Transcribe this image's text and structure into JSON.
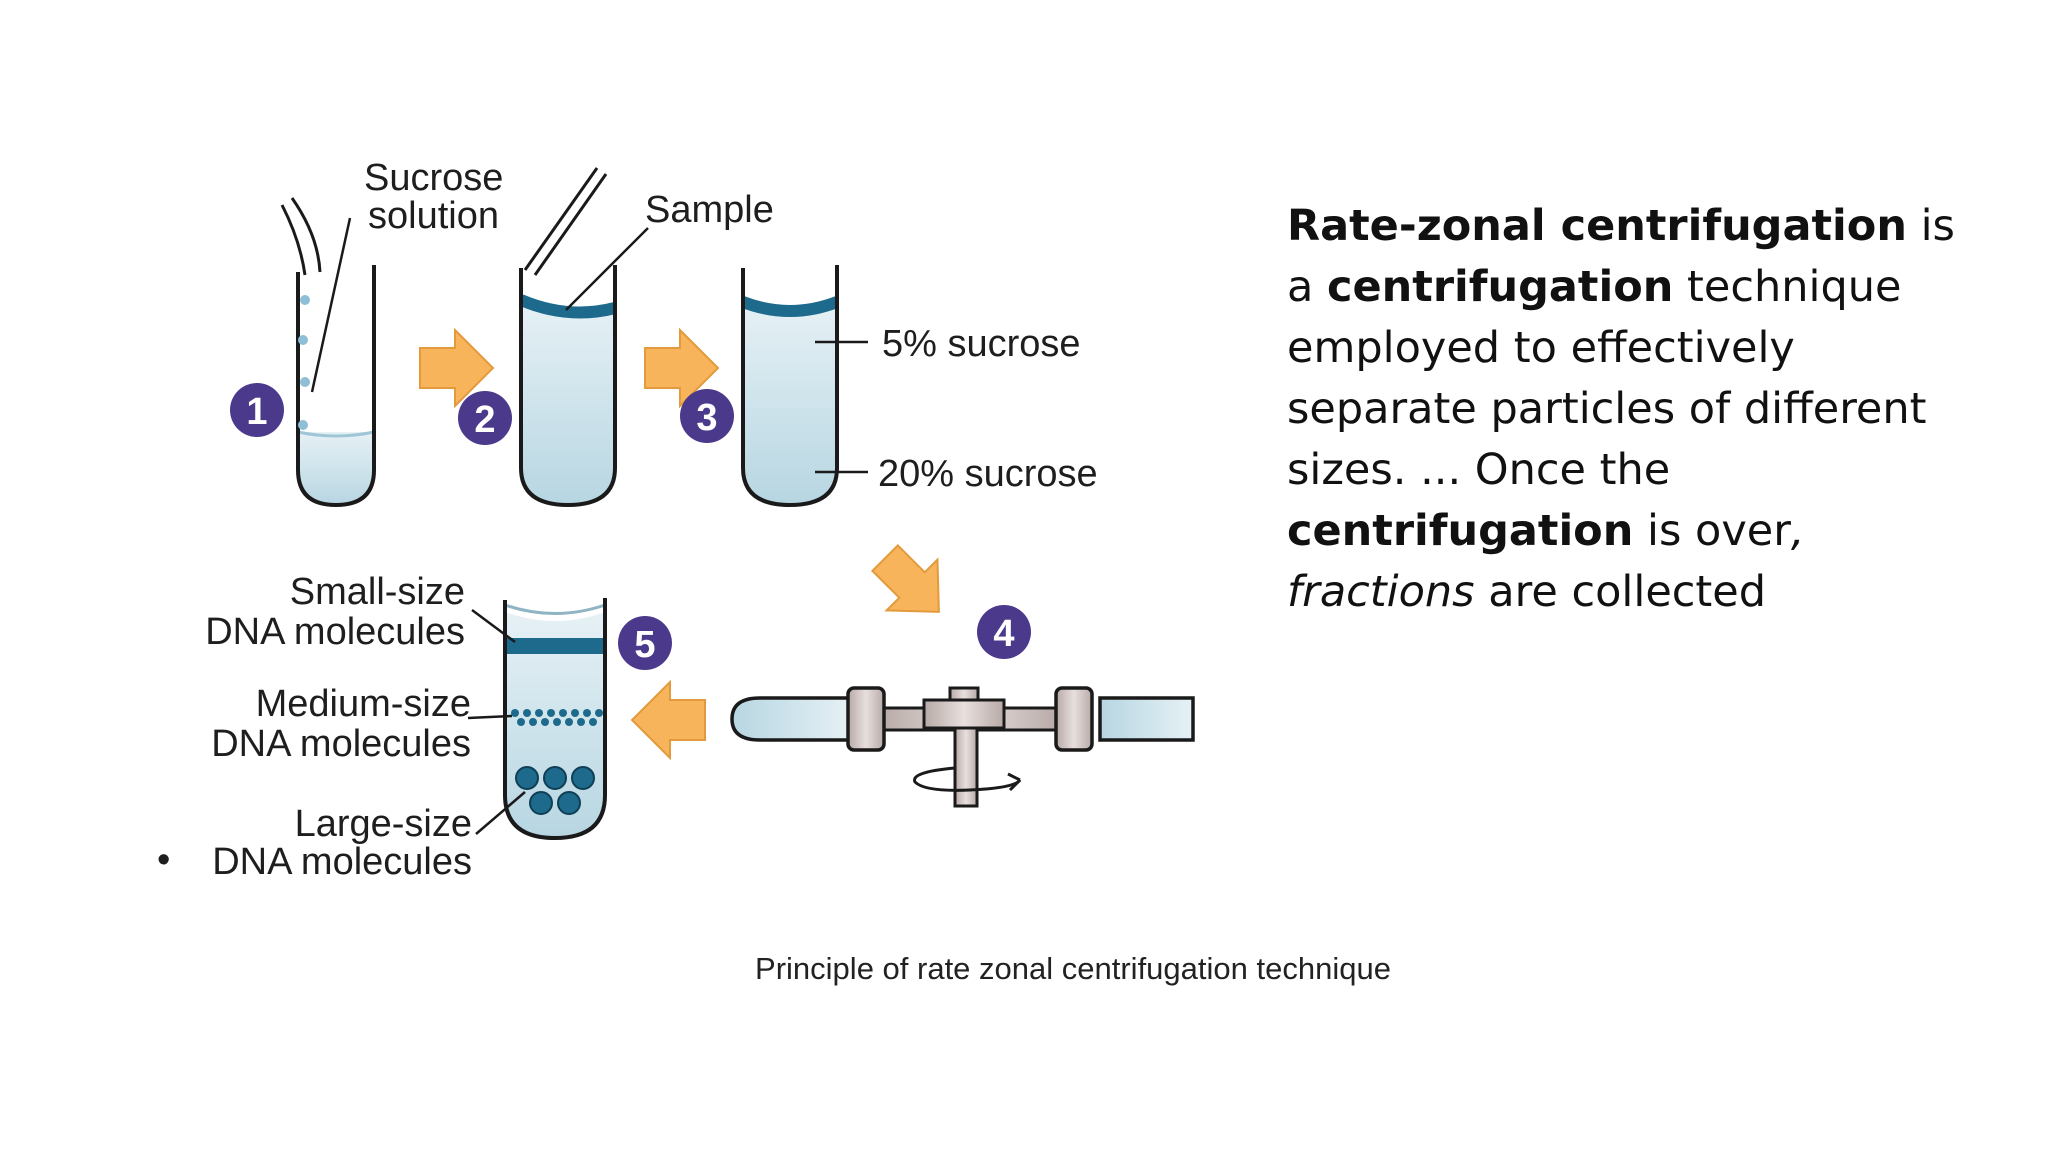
{
  "diagram": {
    "labels": {
      "sucrose_solution_line1": "Sucrose",
      "sucrose_solution_line2": "solution",
      "sample": "Sample",
      "five_percent": "5% sucrose",
      "twenty_percent": "20% sucrose",
      "small_line1": "Small-size",
      "small_line2": "DNA molecules",
      "medium_line1": "Medium-size",
      "medium_line2": "DNA molecules",
      "large_line1": "Large-size",
      "large_line2": "DNA molecules",
      "bullet": "•"
    },
    "steps": [
      "1",
      "2",
      "3",
      "4",
      "5"
    ],
    "caption": "Principle of rate zonal centrifugation technique",
    "colors": {
      "step_circle": "#4b3a8c",
      "arrow_fill": "#f7b45a",
      "liquid": "#c9e0ea",
      "band": "#1d6a8c",
      "tube_outline": "#1a1a1a"
    }
  },
  "text": {
    "bold_1": "Rate-zonal centrifugation",
    "plain_1": " is a ",
    "bold_2": "centrifugation",
    "plain_2": " technique employed to effectively separate particles of different sizes. ... Once the ",
    "bold_3": "centrifugation",
    "plain_3": " is over",
    "italic_1": ", fractions",
    "plain_4": " are collected"
  }
}
